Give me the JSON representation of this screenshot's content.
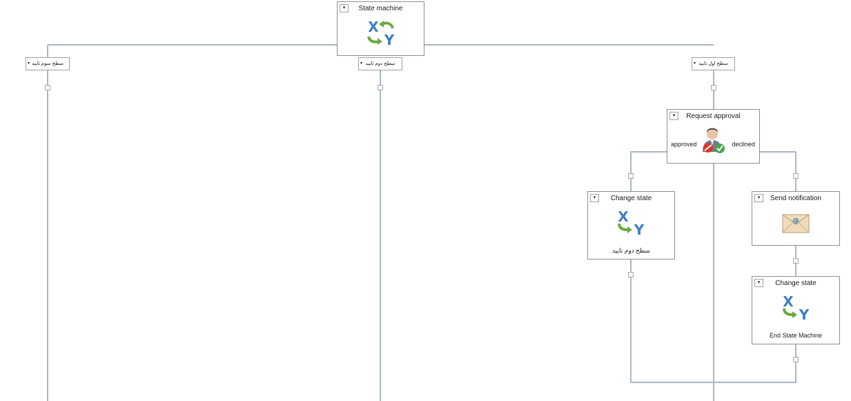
{
  "nodes": {
    "state_machine": {
      "title": "State machine",
      "icon": "xy-state-icon"
    },
    "request_approval": {
      "title": "Request approval",
      "left_label": "approved",
      "right_label": "declined",
      "icon": "approval-user-icon"
    },
    "change_state_1": {
      "title": "Change state",
      "caption": "سطح دوم تایید",
      "icon": "xy-change-icon"
    },
    "send_notification": {
      "title": "Send notification",
      "icon": "email-envelope-icon"
    },
    "change_state_2": {
      "title": "Change state",
      "caption": "End State Machine",
      "icon": "xy-change-icon"
    }
  },
  "branches": {
    "third_level": "سطح سوم تایید",
    "second_level": "سطح دوم تایید",
    "first_level": "سطح اول تایید"
  },
  "dropdown_glyph": "▾",
  "colors": {
    "wire": "#a9b6c3",
    "border": "#8a8f96",
    "x_blue": "#3d7fc8",
    "arrow_green": "#6aaa3e"
  }
}
